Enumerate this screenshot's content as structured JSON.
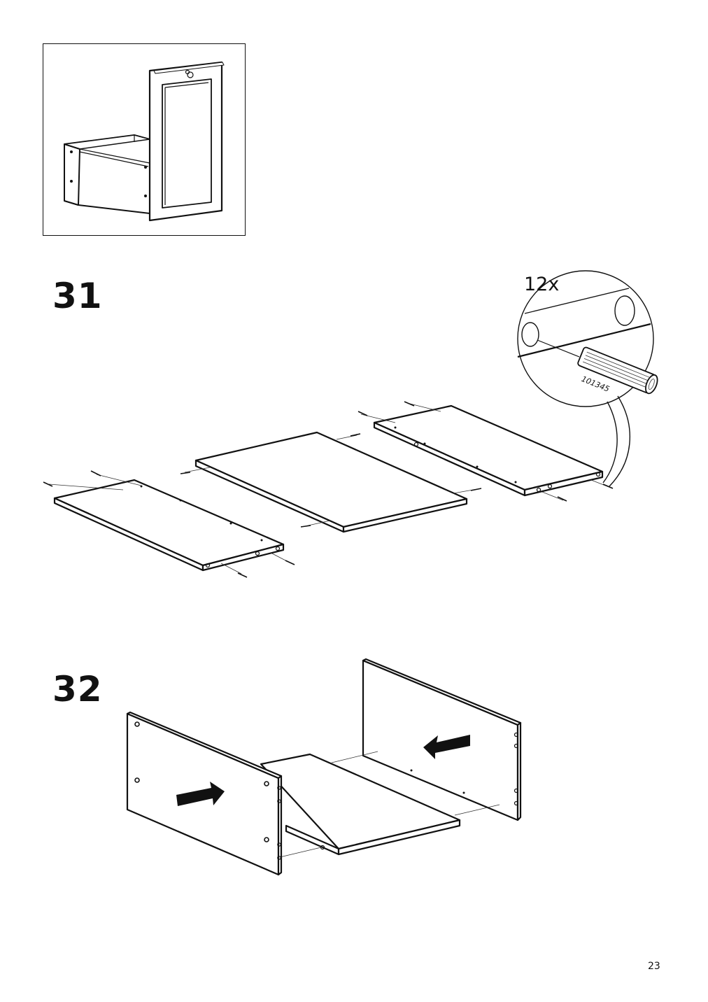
{
  "page": {
    "steps": [
      {
        "number": "31",
        "quantity": "12x",
        "part_number": "101345"
      },
      {
        "number": "32"
      }
    ],
    "page_number": "23"
  },
  "icons": {
    "overview": "assembled-drawer-overview-icon",
    "dowel": "wooden-dowel-icon",
    "arrow_right": "push-arrow-right-icon",
    "arrow_left": "push-arrow-left-icon"
  }
}
